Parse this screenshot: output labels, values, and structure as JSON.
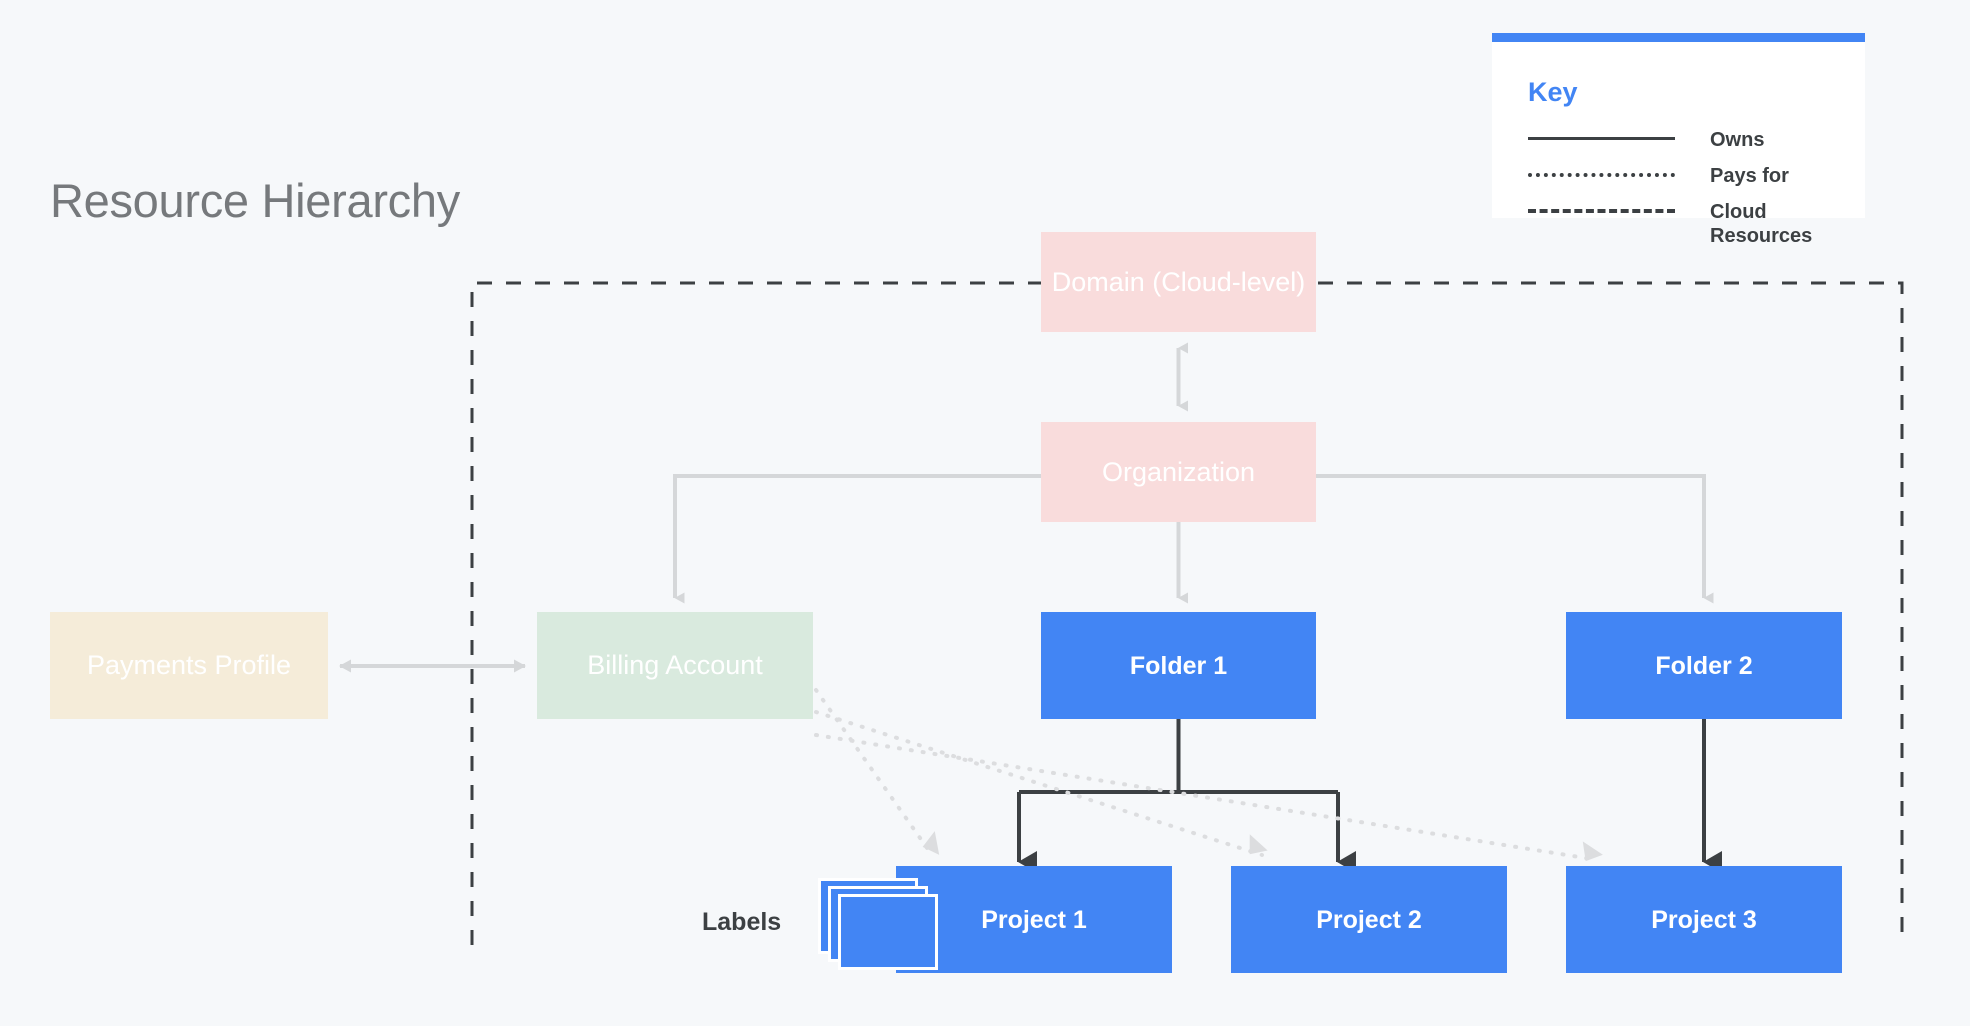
{
  "page": {
    "title": "Resource Hierarchy",
    "background_color": "#f6f8fa"
  },
  "key": {
    "title": "Key",
    "accent_color": "#4285f4",
    "rows": [
      {
        "style": "solid",
        "label": "Owns"
      },
      {
        "style": "dotted",
        "label": "Pays for"
      },
      {
        "style": "dashed",
        "label": "Cloud Resources"
      }
    ]
  },
  "nodes": {
    "domain": {
      "label": "Domain (Cloud-level)",
      "color": "#f9dcdc",
      "text_color": "#ffffff"
    },
    "organization": {
      "label": "Organization",
      "color": "#f9dcdc",
      "text_color": "#ffffff"
    },
    "payments": {
      "label": "Payments Profile",
      "color": "#f5ecd9",
      "text_color": "#ffffff"
    },
    "billing": {
      "label": "Billing Account",
      "color": "#d9eade",
      "text_color": "#ffffff"
    },
    "folder1": {
      "label": "Folder 1",
      "color": "#4285f4",
      "text_color": "#ffffff"
    },
    "folder2": {
      "label": "Folder 2",
      "color": "#4285f4",
      "text_color": "#ffffff"
    },
    "project1": {
      "label": "Project 1",
      "color": "#4285f4",
      "text_color": "#ffffff"
    },
    "project2": {
      "label": "Project 2",
      "color": "#4285f4",
      "text_color": "#ffffff"
    },
    "project3": {
      "label": "Project 3",
      "color": "#4285f4",
      "text_color": "#ffffff"
    }
  },
  "labels": {
    "text": "Labels",
    "icon": "stacked-cards-icon",
    "card_color": "#4285f4",
    "card_border_color": "#ffffff",
    "card_count": 3
  },
  "chart_data": {
    "type": "diagram",
    "title": "Resource Hierarchy",
    "nodes": [
      "Domain (Cloud-level)",
      "Organization",
      "Payments Profile",
      "Billing Account",
      "Folder 1",
      "Folder 2",
      "Project 1",
      "Project 2",
      "Project 3"
    ],
    "edges": [
      {
        "from": "Domain (Cloud-level)",
        "to": "Organization",
        "relation": "Owns",
        "style": "solid",
        "direction": "both"
      },
      {
        "from": "Organization",
        "to": "Billing Account",
        "relation": "Owns",
        "style": "solid",
        "direction": "to"
      },
      {
        "from": "Organization",
        "to": "Folder 1",
        "relation": "Owns",
        "style": "solid",
        "direction": "to"
      },
      {
        "from": "Organization",
        "to": "Folder 2",
        "relation": "Owns",
        "style": "solid",
        "direction": "to"
      },
      {
        "from": "Payments Profile",
        "to": "Billing Account",
        "relation": "Owns",
        "style": "solid",
        "direction": "both"
      },
      {
        "from": "Folder 1",
        "to": "Project 1",
        "relation": "Owns",
        "style": "solid",
        "direction": "to"
      },
      {
        "from": "Folder 1",
        "to": "Project 2",
        "relation": "Owns",
        "style": "solid",
        "direction": "to"
      },
      {
        "from": "Folder 2",
        "to": "Project 3",
        "relation": "Owns",
        "style": "solid",
        "direction": "to"
      },
      {
        "from": "Billing Account",
        "to": "Project 1",
        "relation": "Pays for",
        "style": "dotted",
        "direction": "to"
      },
      {
        "from": "Billing Account",
        "to": "Project 2",
        "relation": "Pays for",
        "style": "dotted",
        "direction": "to"
      },
      {
        "from": "Billing Account",
        "to": "Project 3",
        "relation": "Pays for",
        "style": "dotted",
        "direction": "to"
      }
    ],
    "groups": [
      {
        "label": "Cloud Resources",
        "style": "dashed",
        "members": [
          "Domain (Cloud-level)",
          "Organization",
          "Billing Account",
          "Folder 1",
          "Folder 2",
          "Project 1",
          "Project 2",
          "Project 3"
        ]
      }
    ]
  }
}
